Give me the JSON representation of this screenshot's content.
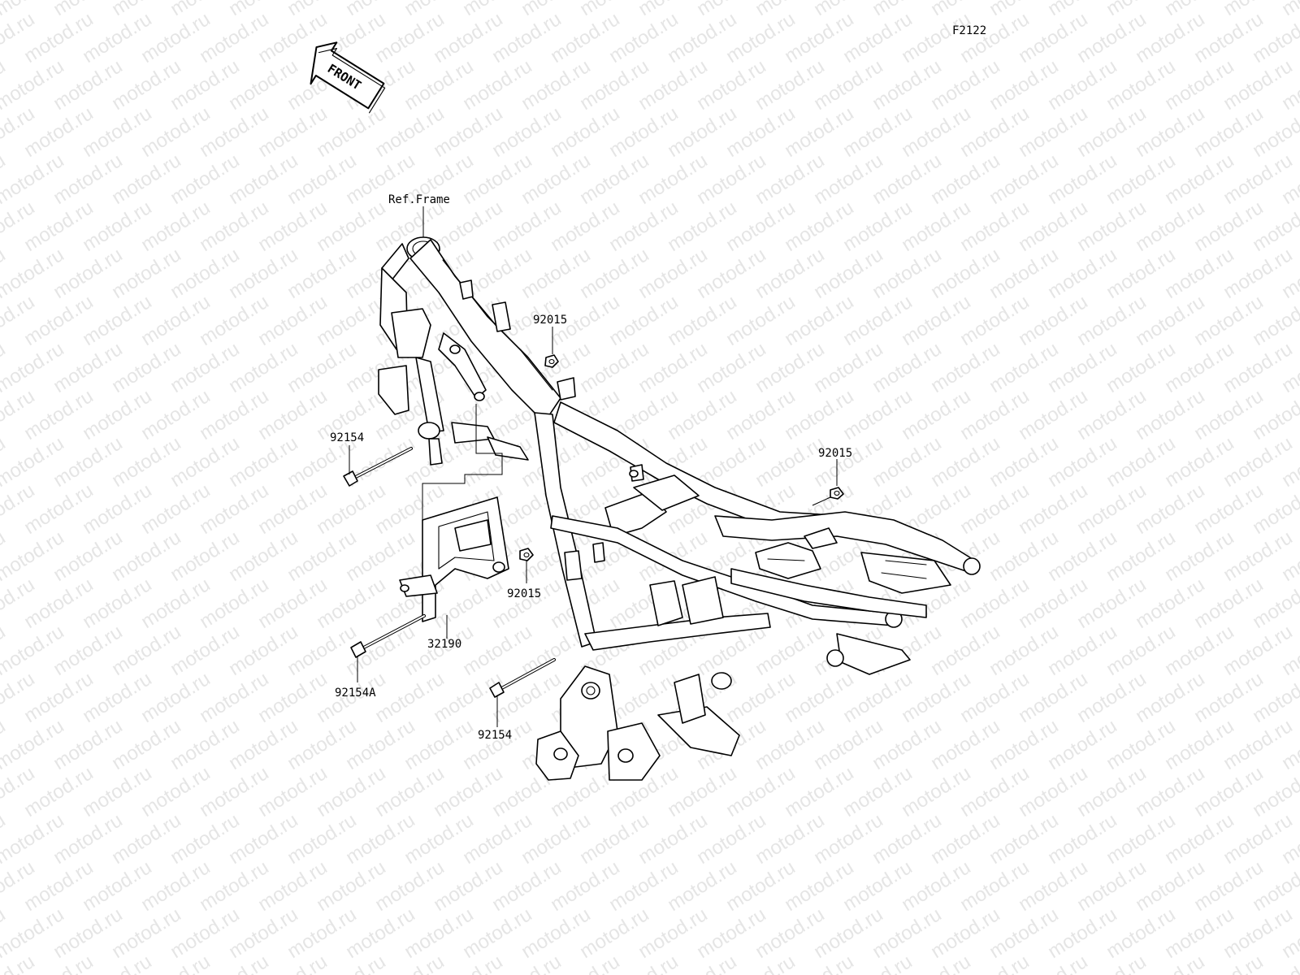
{
  "diagram_code": "F2122",
  "front_arrow_label": "FRONT",
  "watermark_text": "motod.ru",
  "callouts": [
    {
      "id": "ref-frame",
      "text": "Ref.Frame"
    },
    {
      "id": "nut-92015-top",
      "text": "92015"
    },
    {
      "id": "nut-92015-right",
      "text": "92015"
    },
    {
      "id": "nut-92015-mid",
      "text": "92015"
    },
    {
      "id": "bolt-92154-left",
      "text": "92154"
    },
    {
      "id": "bracket-32190",
      "text": "32190"
    },
    {
      "id": "bolt-92154A",
      "text": "92154A"
    },
    {
      "id": "bolt-92154-bottom",
      "text": "92154"
    }
  ]
}
